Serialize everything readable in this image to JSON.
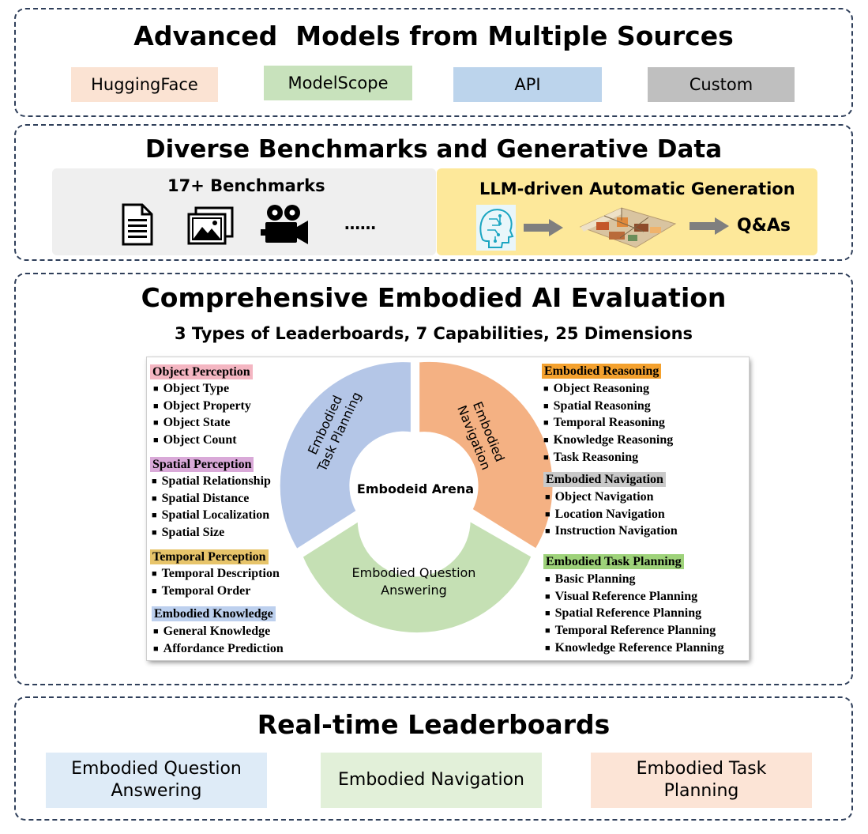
{
  "sources": {
    "title": "Advanced  Models from Multiple Sources",
    "chips": [
      "HuggingFace",
      "ModelScope",
      "API",
      "Custom"
    ],
    "colors": [
      "#fbe3d3",
      "#c8e2bc",
      "#bcd4ec",
      "#bfbfbf"
    ]
  },
  "benchmarks": {
    "title": "Diverse Benchmarks and Generative Data",
    "bench_label": "17+ Benchmarks",
    "ellipsis": "……",
    "icons": [
      "document-icon",
      "image-gallery-icon",
      "video-camera-icon"
    ],
    "gen_label": "LLM-driven Automatic Generation",
    "gen_output": "Q&As",
    "gen_icons": [
      "ai-brain-icon",
      "arrow-right-icon",
      "3d-room-scene-icon",
      "arrow-right-icon"
    ]
  },
  "evaluation": {
    "title": "Comprehensive Embodied AI Evaluation",
    "subtitle": "3 Types of Leaderboards, 7 Capabilities, 25 Dimensions",
    "ring": {
      "center": "Embodeid Arena",
      "segments": [
        {
          "label": "Embodied Task Planning",
          "color": "#b4c6e7"
        },
        {
          "label": "Embodied Navigation",
          "color": "#f4b183"
        },
        {
          "label": "Embodied Question Answering",
          "color": "#c5e0b4"
        }
      ]
    },
    "left_groups": [
      {
        "name": "Object Perception",
        "color": "#f4b6c2",
        "items": [
          "Object Type",
          "Object Property",
          "Object State",
          "Object Count"
        ]
      },
      {
        "name": "Spatial Perception",
        "color": "#d9a9d8",
        "items": [
          "Spatial Relationship",
          "Spatial Distance",
          "Spatial Localization",
          "Spatial Size"
        ]
      },
      {
        "name": "Temporal Perception",
        "color": "#e7c46a",
        "items": [
          "Temporal Description",
          "Temporal Order"
        ]
      },
      {
        "name": "Embodied Knowledge",
        "color": "#bdd0ee",
        "items": [
          "General Knowledge",
          "Affordance Prediction"
        ]
      }
    ],
    "right_groups": [
      {
        "name": "Embodied Reasoning",
        "color": "#f4a12e",
        "items": [
          "Object Reasoning",
          "Spatial Reasoning",
          "Temporal Reasoning",
          "Knowledge Reasoning",
          "Task Reasoning"
        ]
      },
      {
        "name": "Embodied Navigation",
        "color": "#c9c9c9",
        "items": [
          "Object Navigation",
          "Location Navigation",
          "Instruction Navigation"
        ]
      },
      {
        "name": "Embodied Task Planning",
        "color": "#9ed27a",
        "items": [
          "Basic Planning",
          "Visual Reference Planning",
          "Spatial Reference Planning",
          "Temporal Reference Planning",
          "Knowledge Reference Planning"
        ]
      }
    ]
  },
  "leaderboards": {
    "title": "Real-time Leaderboards",
    "boards": [
      {
        "label": "Embodied Question Answering",
        "color": "#deebf7"
      },
      {
        "label": "Embodied Navigation",
        "color": "#e2f0d9"
      },
      {
        "label": "Embodied Task Planning",
        "color": "#fce4d6"
      }
    ]
  }
}
